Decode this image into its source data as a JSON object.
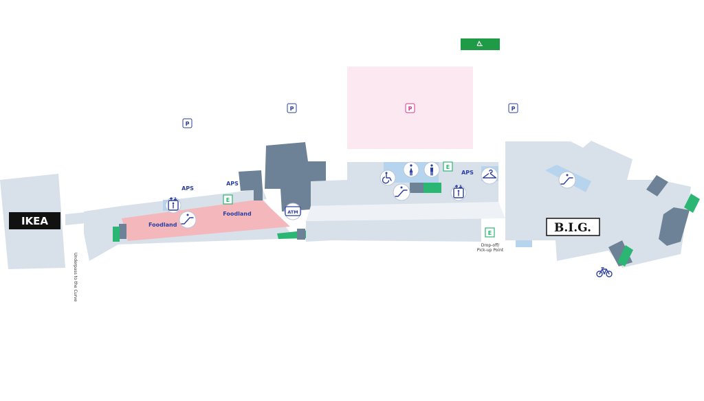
{
  "map": {
    "stores": {
      "ikea": "IKEA",
      "big": "B.I.G."
    },
    "labels": {
      "aps_left": "APS",
      "aps_mid": "APS",
      "aps_right": "APS",
      "foodland_left": "Foodland",
      "foodland_right": "Foodland",
      "underpass": "Underpass to the Curve",
      "dropoff_line1": "Drop-off/",
      "dropoff_line2": "Pick-up Point"
    },
    "markers": {
      "parking": "P",
      "exit": "E",
      "atm": "ATM"
    },
    "icons": [
      "recycle-icon",
      "parking-icon",
      "lift-icon",
      "escalator-icon",
      "accessible-toilet-icon",
      "female-toilet-icon",
      "male-toilet-icon",
      "exit-icon",
      "atm-icon",
      "cloakroom-icon",
      "bicycle-icon"
    ],
    "colors": {
      "walkway": "#d8e1ea",
      "anchor_store": "#6d8296",
      "foodland": "#f4b8bc",
      "parking_zone": "#fbe8f1",
      "green": "#2bb673",
      "recycle_green": "#1f9a46",
      "lift_blue": "#b7d4ee",
      "icon_blue": "#2b3f9e",
      "parking_pink": "#e0308b"
    }
  }
}
